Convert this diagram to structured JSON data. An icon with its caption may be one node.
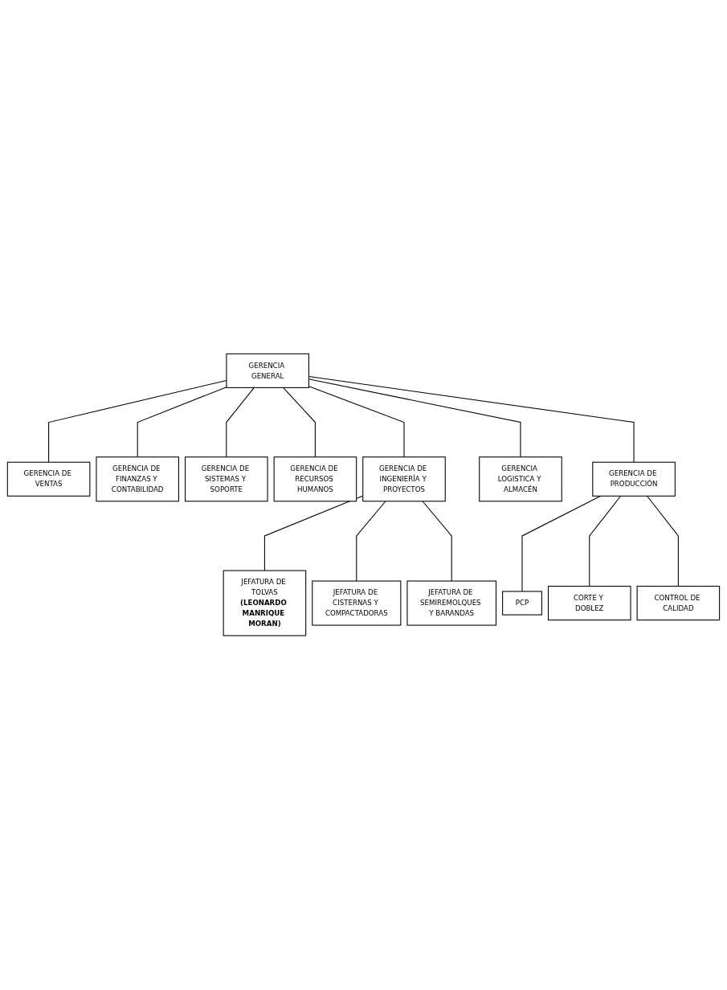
{
  "diagram": {
    "nodes": [
      {
        "text": [
          "GERENCIA GENERAL"
        ]
      },
      {
        "text": [
          "GERENCIA DE VENTAS"
        ]
      },
      {
        "text": [
          "GERENCIA DE FINANZAS Y CONTABILIDAD"
        ]
      },
      {
        "text": [
          "GERENCIA DE SISTEMAS Y SOPORTE"
        ]
      },
      {
        "text": [
          "GERENCIA DE RECURSOS HUMANOS"
        ]
      },
      {
        "text": [
          "GERENCIA DE INGENIERÍA Y PROYECTOS"
        ]
      },
      {
        "text": [
          "GERENCIA LOGISTICA Y ALMACÉN"
        ]
      },
      {
        "text": [
          "JEFATURA DE TOLVAS",
          "(LEONARDO MANRIQUE MORAN)"
        ]
      },
      {
        "text": [
          "GERENCIA DE PRODUCCIÓN"
        ]
      },
      {
        "text": [
          "JEFATURA DE CISTERNAS Y COMPACTADORAS"
        ]
      },
      {
        "text": [
          "PCP"
        ]
      },
      {
        "text": [
          "CORTE Y DOBLEZ"
        ]
      },
      {
        "text": [
          "JEFATURA DE SEMIREMOLQUES Y BARANDAS"
        ]
      },
      {
        "text": [
          "CONTROL DE CALIDAD"
        ]
      }
    ],
    "edges": [
      {
        "from": 0,
        "to": 1,
        "arrow": "none"
      },
      {
        "from": 0,
        "to": 2,
        "arrow": "none"
      },
      {
        "from": 0,
        "to": 3,
        "arrow": "none"
      },
      {
        "from": 0,
        "to": 4,
        "arrow": "none"
      },
      {
        "from": 0,
        "to": 5,
        "arrow": "none"
      },
      {
        "from": 0,
        "to": 6,
        "arrow": "none"
      },
      {
        "from": 0,
        "to": 8,
        "arrow": "none"
      },
      {
        "from": 5,
        "to": 7,
        "arrow": "none"
      },
      {
        "from": 5,
        "to": 9,
        "arrow": "none"
      },
      {
        "from": 5,
        "to": 12,
        "arrow": "none"
      },
      {
        "from": 8,
        "to": 10,
        "arrow": "none"
      },
      {
        "from": 8,
        "to": 11,
        "arrow": "none"
      },
      {
        "from": 8,
        "to": 13,
        "arrow": "none"
      }
    ]
  }
}
